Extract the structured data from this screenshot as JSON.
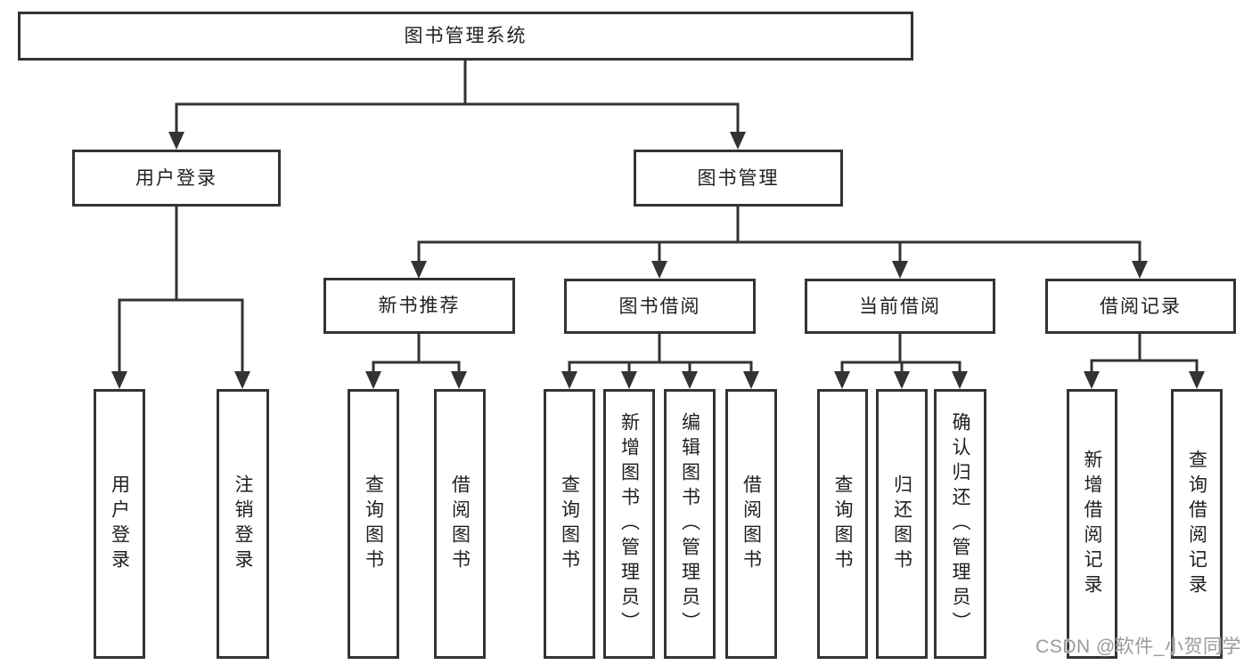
{
  "diagram": {
    "root": {
      "label": "图书管理系统"
    },
    "level2": [
      {
        "label": "用户登录"
      },
      {
        "label": "图书管理"
      }
    ],
    "level3": [
      {
        "label": "新书推荐"
      },
      {
        "label": "图书借阅"
      },
      {
        "label": "当前借阅"
      },
      {
        "label": "借阅记录"
      }
    ],
    "leaves": {
      "user_login": [
        {
          "label": "用户登录"
        },
        {
          "label": "注销登录"
        }
      ],
      "new_book_recommend": [
        {
          "label": "查询图书"
        },
        {
          "label": "借阅图书"
        }
      ],
      "book_borrow": [
        {
          "label": "查询图书"
        },
        {
          "label": "新增图书（管理员）"
        },
        {
          "label": "编辑图书（管理员）"
        },
        {
          "label": "借阅图书"
        }
      ],
      "current_borrow": [
        {
          "label": "查询图书"
        },
        {
          "label": "归还图书"
        },
        {
          "label": "确认归还（管理员）"
        }
      ],
      "borrow_records": [
        {
          "label": "新增借阅记录"
        },
        {
          "label": "查询借阅记录"
        }
      ]
    }
  },
  "watermark": {
    "text": "CSDN @软件_小贺同学"
  },
  "colors": {
    "line": "#333333",
    "box_border": "#333333",
    "text": "#1f1f1f",
    "watermark": "#9a9a9a",
    "background": "#ffffff"
  }
}
